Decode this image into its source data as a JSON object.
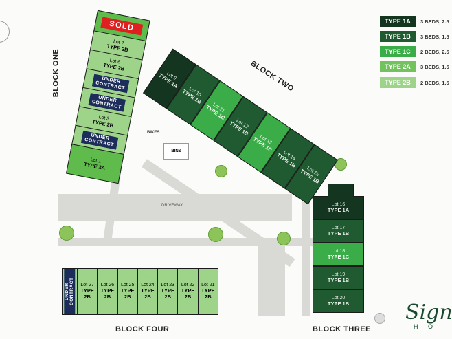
{
  "legend": [
    {
      "type": "TYPE 1A",
      "desc": "3 BEDS, 2.5",
      "color": "#14351f"
    },
    {
      "type": "TYPE 1B",
      "desc": "3 BEDS, 1.5",
      "color": "#1f5a30"
    },
    {
      "type": "TYPE 1C",
      "desc": "2 BEDS, 2.5",
      "color": "#3aad48"
    },
    {
      "type": "TYPE 2A",
      "desc": "3 BEDS, 1.5",
      "color": "#72c35e"
    },
    {
      "type": "TYPE 2B",
      "desc": "2 BEDS, 1.5",
      "color": "#9ed48a"
    }
  ],
  "blocks": {
    "one": "BLOCK ONE",
    "two": "BLOCK TWO",
    "three": "BLOCK THREE",
    "four": "BLOCK FOUR"
  },
  "status": {
    "sold": "SOLD",
    "uc1": "UNDER",
    "uc2": "CONTRACT"
  },
  "block_one": [
    {
      "lot": "Lot 7",
      "type": "TYPE 2B"
    },
    {
      "lot": "Lot 6",
      "type": "TYPE 2B"
    },
    {
      "lot": "Lot 3",
      "type": "TYPE 2B"
    },
    {
      "lot": "Lot 1",
      "type": "TYPE 2A"
    }
  ],
  "block_two": [
    {
      "lot": "Lot 9",
      "type": "TYPE 1A"
    },
    {
      "lot": "Lot 10",
      "type": "TYPE 1B"
    },
    {
      "lot": "Lot 11",
      "type": "TYPE 1C"
    },
    {
      "lot": "Lot 12",
      "type": "TYPE 1B"
    },
    {
      "lot": "Lot 13",
      "type": "TYPE 1C"
    },
    {
      "lot": "Lot 14",
      "type": "TYPE 1B"
    },
    {
      "lot": "Lot 15",
      "type": "TYPE 1B"
    }
  ],
  "block_three": [
    {
      "lot": "Lot 16",
      "type": "TYPE 1A"
    },
    {
      "lot": "Lot 17",
      "type": "TYPE 1B"
    },
    {
      "lot": "Lot 18",
      "type": "TYPE 1C"
    },
    {
      "lot": "Lot 19",
      "type": "TYPE 1B"
    },
    {
      "lot": "Lot 20",
      "type": "TYPE 1B"
    }
  ],
  "block_four": [
    {
      "lot": "Lot 27",
      "type": "TYPE 2B"
    },
    {
      "lot": "Lot 26",
      "type": "TYPE 2B"
    },
    {
      "lot": "Lot 25",
      "type": "TYPE 2B"
    },
    {
      "lot": "Lot 24",
      "type": "TYPE 2B"
    },
    {
      "lot": "Lot 23",
      "type": "TYPE 2B"
    },
    {
      "lot": "Lot 22",
      "type": "TYPE 2B"
    },
    {
      "lot": "Lot 21",
      "type": "TYPE 2B"
    }
  ],
  "site": {
    "driveway": "DRIVEWAY",
    "bins": "BINS",
    "bikes": "BIKES"
  },
  "logo": {
    "script": "Signa",
    "sub": "H O"
  }
}
